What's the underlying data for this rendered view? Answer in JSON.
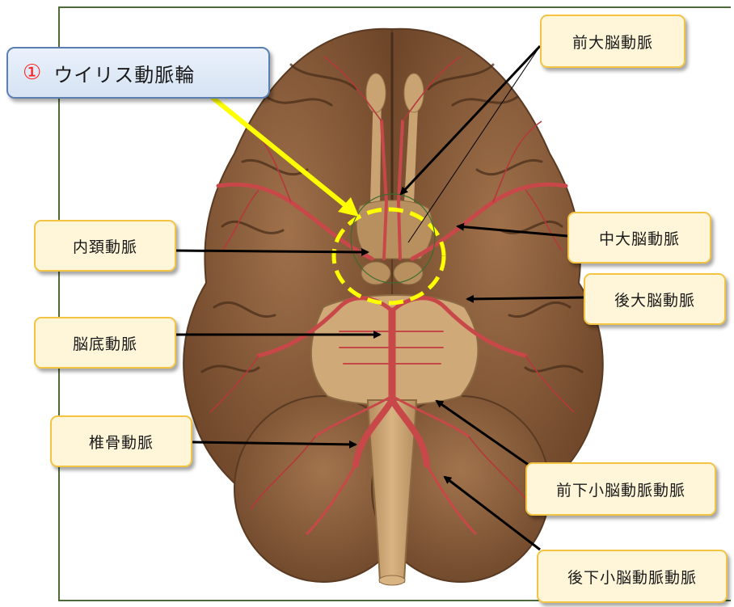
{
  "title": {
    "number": "①",
    "text": "ウイリス動脈輪"
  },
  "labels": {
    "anterior_cerebral": "前大脳動脈",
    "middle_cerebral": "中大脳動脈",
    "posterior_cerebral": "後大脳動脈",
    "internal_carotid": "内頚動脈",
    "basilar": "脳底動脈",
    "vertebral": "椎骨動脈",
    "anterior_inferior_cerebellar": "前下小脳動脈動脈",
    "posterior_inferior_cerebellar": "後下小脳動脈動脈"
  },
  "colors": {
    "brain": "#8a5c3b",
    "brain_dark": "#5a3a22",
    "stem": "#c9a372",
    "artery": "#c8484a",
    "highlight": "#ffff00",
    "label_fill": "#fff6d9",
    "label_border": "#f3c443"
  }
}
